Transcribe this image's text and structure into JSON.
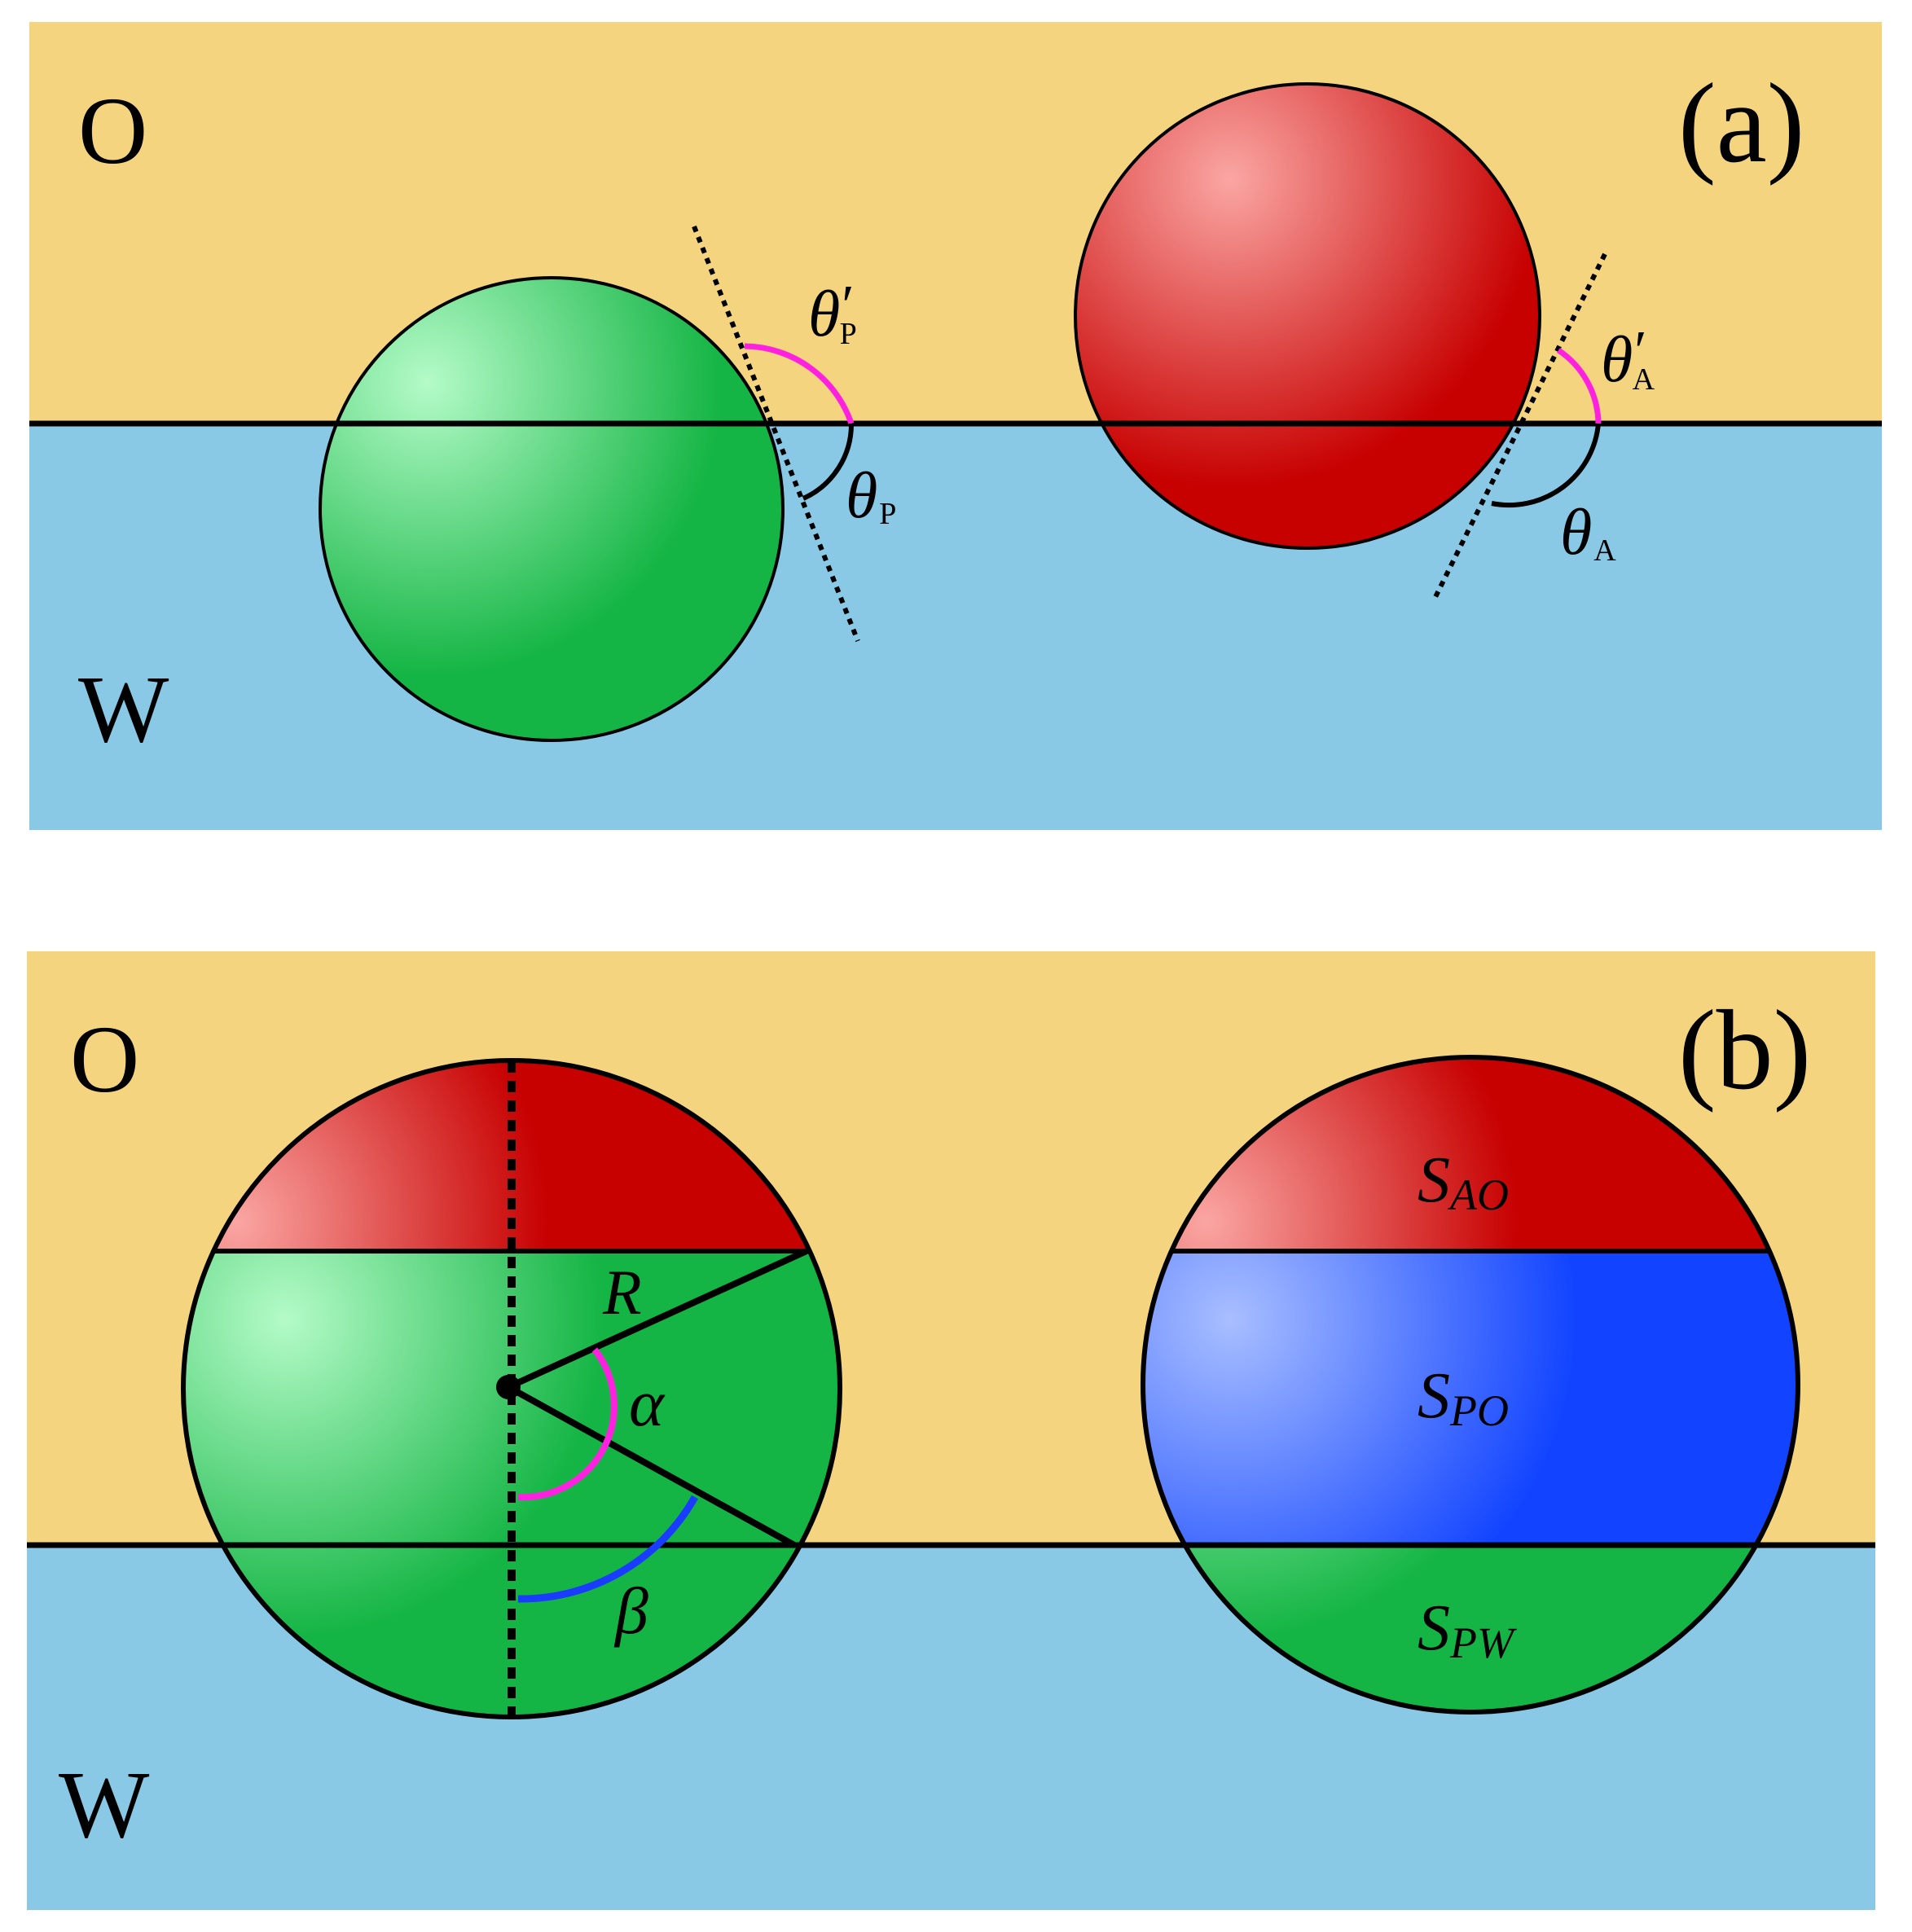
{
  "colors": {
    "oil": "#F4D47E",
    "water": "#89C9E6",
    "particle_green": "#15B545",
    "particle_green_highlight": "#B4FBC8",
    "particle_red": "#C70000",
    "particle_red_highlight": "#FAA6A3",
    "particle_blue": "#1244FF",
    "particle_blue_highlight": "#A8BEFF",
    "arc_magenta": "#FF20E0",
    "arc_blue": "#1A3CFF",
    "line": "#000000"
  },
  "panel_a": {
    "label": "(a)",
    "oil_label": "O",
    "water_label": "W",
    "theta_p_prime": {
      "symbol": "θ",
      "prime": "′",
      "sub": "P"
    },
    "theta_p": {
      "symbol": "θ",
      "sub": "P"
    },
    "theta_a_prime": {
      "symbol": "θ",
      "prime": "′",
      "sub": "A"
    },
    "theta_a": {
      "symbol": "θ",
      "sub": "A"
    }
  },
  "panel_b": {
    "label": "(b)",
    "oil_label": "O",
    "water_label": "W",
    "radius_label": "R",
    "alpha_label": "α",
    "beta_label": "β",
    "s_ao": {
      "symbol": "S",
      "sub": "AO"
    },
    "s_po": {
      "symbol": "S",
      "sub": "PO"
    },
    "s_pw": {
      "symbol": "S",
      "sub": "PW"
    }
  }
}
